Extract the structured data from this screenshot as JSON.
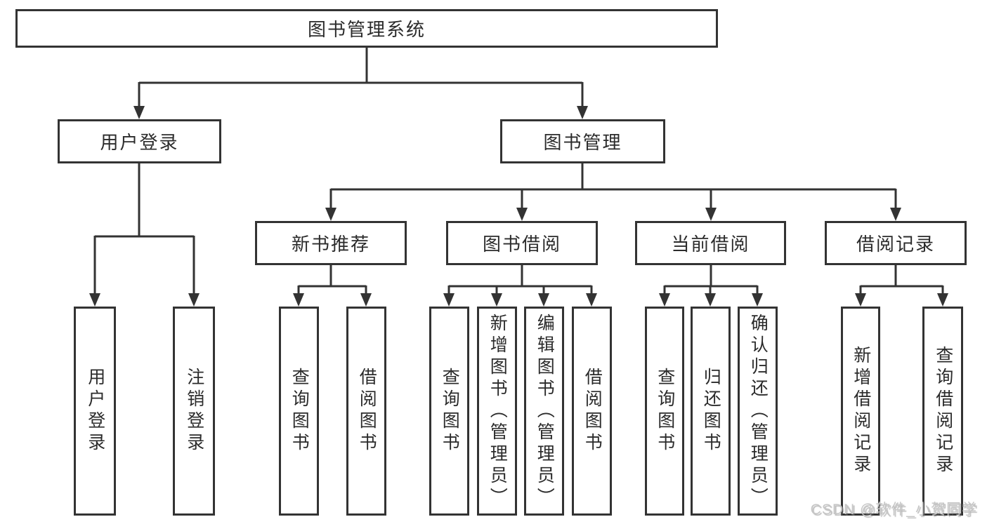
{
  "diagram": {
    "root": {
      "label": "图书管理系统"
    },
    "branches": [
      {
        "label": "用户登录",
        "leaves": [
          {
            "label": "用户登录"
          },
          {
            "label": "注销登录"
          }
        ]
      },
      {
        "label": "图书管理",
        "groups": [
          {
            "label": "新书推荐",
            "leaves": [
              {
                "label": "查询图书"
              },
              {
                "label": "借阅图书"
              }
            ]
          },
          {
            "label": "图书借阅",
            "leaves": [
              {
                "label": "查询图书"
              },
              {
                "label": "新增图书（管理员）"
              },
              {
                "label": "编辑图书（管理员）"
              },
              {
                "label": "借阅图书"
              }
            ]
          },
          {
            "label": "当前借阅",
            "leaves": [
              {
                "label": "查询图书"
              },
              {
                "label": "归还图书"
              },
              {
                "label": "确认归还（管理员）"
              }
            ]
          },
          {
            "label": "借阅记录",
            "leaves": [
              {
                "label": "新增借阅记录"
              },
              {
                "label": "查询借阅记录"
              }
            ]
          }
        ]
      }
    ]
  },
  "watermark": "CSDN @软件_小贺同学",
  "colors": {
    "line": "#333333",
    "text": "#2b2b2b",
    "background": "#ffffff",
    "watermark": "#c6c6c6"
  }
}
